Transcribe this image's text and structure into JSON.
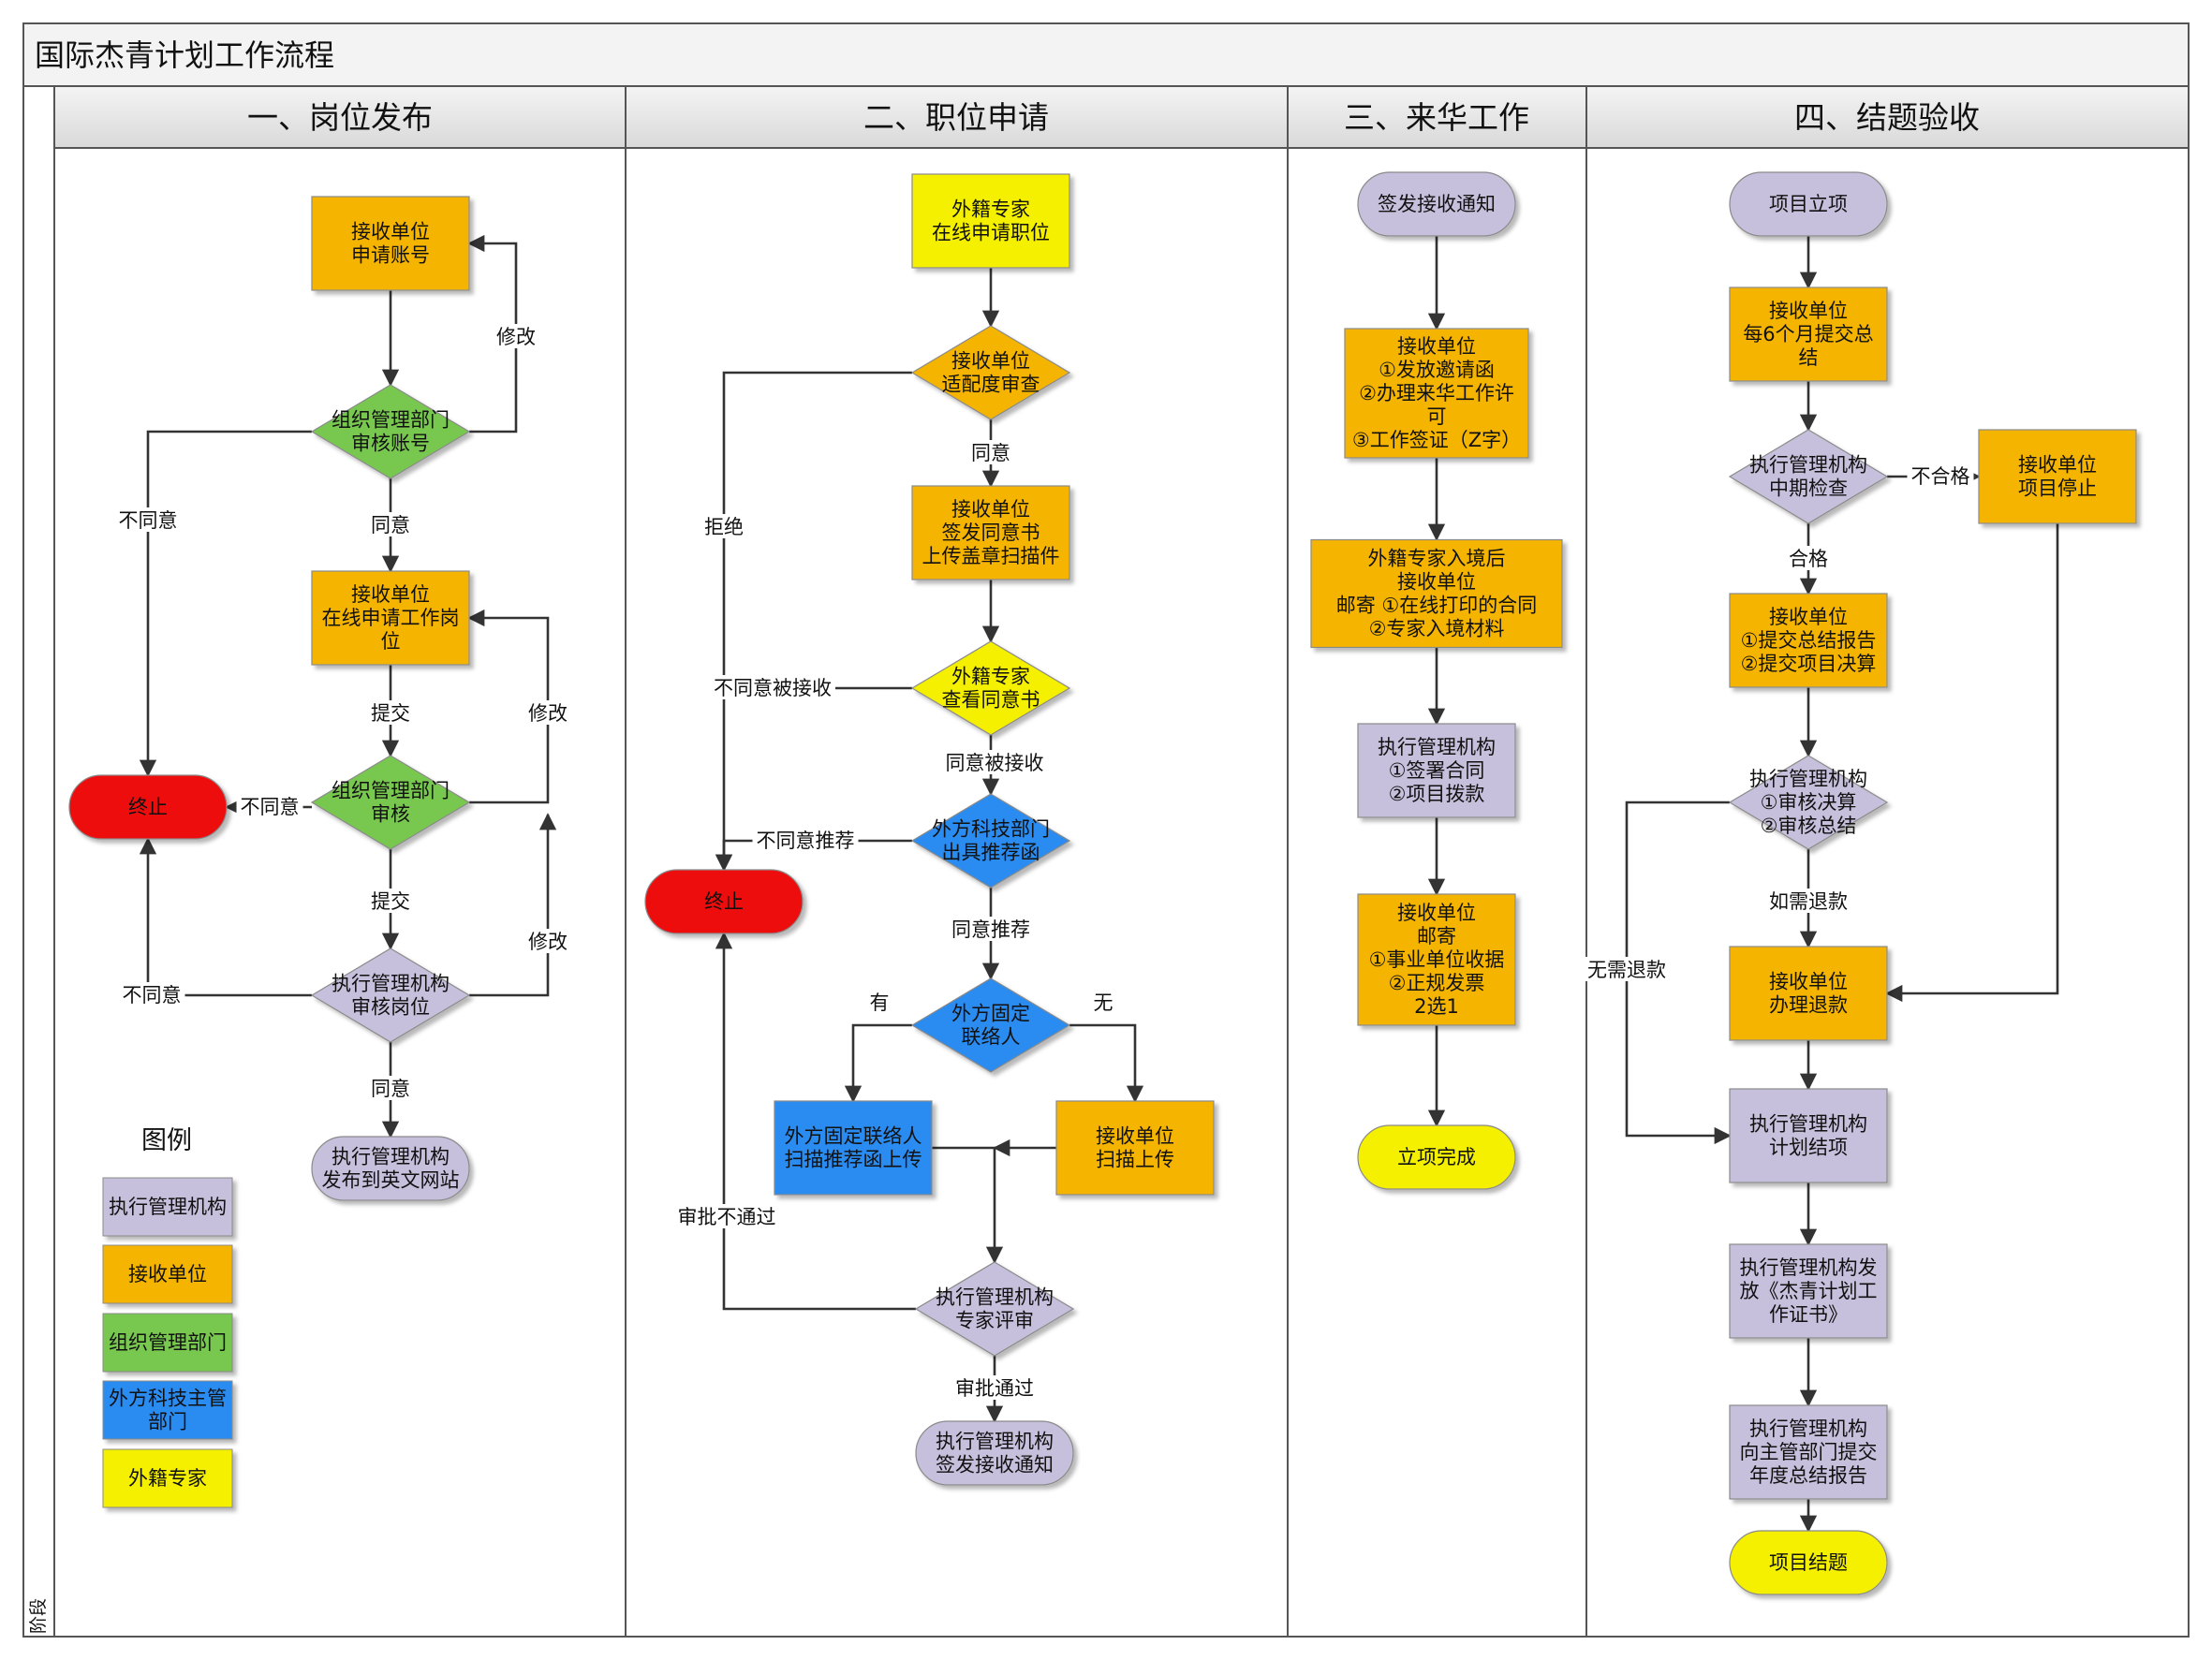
{
  "title": "国际杰青计划工作流程",
  "axis_label": "阶段",
  "lanes": [
    "一、岗位发布",
    "二、职位申请",
    "三、来华工作",
    "四、结题验收"
  ],
  "colors": {
    "executive": "#c7c0dc",
    "receiver": "#f5b400",
    "organizer": "#78c850",
    "foreign_dept": "#2b8cf0",
    "expert": "#f5f000",
    "terminate": "#ee1010",
    "line": "#333333"
  },
  "legend": {
    "title": "图例",
    "items": [
      {
        "role": "executive",
        "label": "执行管理机构"
      },
      {
        "role": "receiver",
        "label": "接收单位"
      },
      {
        "role": "organizer",
        "label": "组织管理部门"
      },
      {
        "role": "foreign_dept",
        "label": "外方科技主管部门"
      },
      {
        "role": "expert",
        "label": "外籍专家"
      }
    ]
  },
  "nodes": [
    {
      "id": "a1",
      "shape": "rect",
      "role": "receiver",
      "lines": [
        "接收单位",
        "申请账号"
      ]
    },
    {
      "id": "a2",
      "shape": "diamond",
      "role": "organizer",
      "lines": [
        "组织管理部门",
        "审核账号"
      ]
    },
    {
      "id": "a3",
      "shape": "rect",
      "role": "receiver",
      "lines": [
        "接收单位",
        "在线申请工作岗",
        "位"
      ]
    },
    {
      "id": "a4",
      "shape": "diamond",
      "role": "organizer",
      "lines": [
        "组织管理部门",
        "审核"
      ]
    },
    {
      "id": "a5",
      "shape": "diamond",
      "role": "executive",
      "lines": [
        "执行管理机构",
        "审核岗位"
      ]
    },
    {
      "id": "a6",
      "shape": "pill",
      "role": "executive",
      "lines": [
        "执行管理机构",
        "发布到英文网站"
      ]
    },
    {
      "id": "a7",
      "shape": "pill",
      "role": "terminate",
      "lines": [
        "终止"
      ]
    },
    {
      "id": "b1",
      "shape": "rect",
      "role": "expert",
      "lines": [
        "外籍专家",
        "在线申请职位"
      ]
    },
    {
      "id": "b2",
      "shape": "diamond",
      "role": "receiver",
      "lines": [
        "接收单位",
        "适配度审查"
      ]
    },
    {
      "id": "b3",
      "shape": "rect",
      "role": "receiver",
      "lines": [
        "接收单位",
        "签发同意书",
        "上传盖章扫描件"
      ]
    },
    {
      "id": "b4",
      "shape": "diamond",
      "role": "expert",
      "lines": [
        "外籍专家",
        "查看同意书"
      ]
    },
    {
      "id": "b5",
      "shape": "diamond",
      "role": "foreign_dept",
      "lines": [
        "外方科技部门",
        "出具推荐函"
      ]
    },
    {
      "id": "b6",
      "shape": "diamond",
      "role": "foreign_dept",
      "lines": [
        "外方固定",
        "联络人"
      ]
    },
    {
      "id": "b7",
      "shape": "rect",
      "role": "foreign_dept",
      "lines": [
        "外方固定联络人",
        "扫描推荐函上传"
      ]
    },
    {
      "id": "b8",
      "shape": "rect",
      "role": "receiver",
      "lines": [
        "接收单位",
        "扫描上传"
      ]
    },
    {
      "id": "b9",
      "shape": "diamond",
      "role": "executive",
      "lines": [
        "执行管理机构",
        "专家评审"
      ]
    },
    {
      "id": "b10",
      "shape": "pill",
      "role": "executive",
      "lines": [
        "执行管理机构",
        "签发接收通知"
      ]
    },
    {
      "id": "b11",
      "shape": "pill",
      "role": "terminate",
      "lines": [
        "终止"
      ]
    },
    {
      "id": "c1",
      "shape": "pill",
      "role": "executive",
      "lines": [
        "签发接收通知"
      ]
    },
    {
      "id": "c2",
      "shape": "rect",
      "role": "receiver",
      "lines": [
        "接收单位",
        "①发放邀请函",
        "②办理来华工作许",
        "可",
        "③工作签证（Z字）"
      ]
    },
    {
      "id": "c3",
      "shape": "rect",
      "role": "receiver",
      "lines": [
        "外籍专家入境后",
        "接收单位",
        "邮寄 ①在线打印的合同",
        "②专家入境材料"
      ]
    },
    {
      "id": "c4",
      "shape": "rect",
      "role": "executive",
      "lines": [
        "执行管理机构",
        "①签署合同",
        "②项目拨款"
      ]
    },
    {
      "id": "c5",
      "shape": "rect",
      "role": "receiver",
      "lines": [
        "接收单位",
        "邮寄",
        "①事业单位收据",
        "②正规发票",
        "2选1"
      ]
    },
    {
      "id": "c6",
      "shape": "pill",
      "role": "expert",
      "lines": [
        "立项完成"
      ]
    },
    {
      "id": "d1",
      "shape": "pill",
      "role": "executive",
      "lines": [
        "项目立项"
      ]
    },
    {
      "id": "d2",
      "shape": "rect",
      "role": "receiver",
      "lines": [
        "接收单位",
        "每6个月提交总",
        "结"
      ]
    },
    {
      "id": "d3",
      "shape": "diamond",
      "role": "executive",
      "lines": [
        "执行管理机构",
        "中期检查"
      ]
    },
    {
      "id": "d4",
      "shape": "rect",
      "role": "receiver",
      "lines": [
        "接收单位",
        "项目停止"
      ]
    },
    {
      "id": "d5",
      "shape": "rect",
      "role": "receiver",
      "lines": [
        "接收单位",
        "①提交总结报告",
        "②提交项目决算"
      ]
    },
    {
      "id": "d6",
      "shape": "diamond",
      "role": "executive",
      "lines": [
        "执行管理机构",
        "①审核决算",
        "②审核总结"
      ]
    },
    {
      "id": "d7",
      "shape": "rect",
      "role": "receiver",
      "lines": [
        "接收单位",
        "办理退款"
      ]
    },
    {
      "id": "d8",
      "shape": "rect",
      "role": "executive",
      "lines": [
        "执行管理机构",
        "计划结项"
      ]
    },
    {
      "id": "d9",
      "shape": "rect",
      "role": "executive",
      "lines": [
        "执行管理机构发",
        "放《杰青计划工",
        "作证书》"
      ]
    },
    {
      "id": "d10",
      "shape": "rect",
      "role": "executive",
      "lines": [
        "执行管理机构",
        "向主管部门提交",
        "年度总结报告"
      ]
    },
    {
      "id": "d11",
      "shape": "pill",
      "role": "expert",
      "lines": [
        "项目结题"
      ]
    }
  ],
  "edges": [
    {
      "id": "e1",
      "from": "a1",
      "to": "a2",
      "label": ""
    },
    {
      "id": "e2",
      "from": "a2",
      "to": "a1",
      "label": "修改"
    },
    {
      "id": "e3",
      "from": "a2",
      "to": "a3",
      "label": "同意"
    },
    {
      "id": "e4",
      "from": "a2",
      "to": "a7",
      "label": "不同意"
    },
    {
      "id": "e5",
      "from": "a3",
      "to": "a4",
      "label": "提交"
    },
    {
      "id": "e6",
      "from": "a4",
      "to": "a3",
      "label": "修改"
    },
    {
      "id": "e7",
      "from": "a4",
      "to": "a7",
      "label": "不同意"
    },
    {
      "id": "e8",
      "from": "a4",
      "to": "a5",
      "label": "提交"
    },
    {
      "id": "e9",
      "from": "a5",
      "to": "a4",
      "label": "修改"
    },
    {
      "id": "e10",
      "from": "a5",
      "to": "a7",
      "label": "不同意"
    },
    {
      "id": "e11",
      "from": "a5",
      "to": "a6",
      "label": "同意"
    },
    {
      "id": "e12",
      "from": "b1",
      "to": "b2",
      "label": ""
    },
    {
      "id": "e13",
      "from": "b2",
      "to": "b3",
      "label": "同意"
    },
    {
      "id": "e14",
      "from": "b2",
      "to": "b11",
      "label": "拒绝"
    },
    {
      "id": "e15",
      "from": "b3",
      "to": "b4",
      "label": ""
    },
    {
      "id": "e16",
      "from": "b4",
      "to": "b11",
      "label": "不同意被接收"
    },
    {
      "id": "e17",
      "from": "b4",
      "to": "b5",
      "label": "同意被接收"
    },
    {
      "id": "e18",
      "from": "b5",
      "to": "b11",
      "label": "不同意推荐"
    },
    {
      "id": "e19",
      "from": "b5",
      "to": "b6",
      "label": "同意推荐"
    },
    {
      "id": "e20",
      "from": "b6",
      "to": "b7",
      "label": "有"
    },
    {
      "id": "e21",
      "from": "b6",
      "to": "b8",
      "label": "无"
    },
    {
      "id": "e22",
      "from": "b7",
      "to": "b9",
      "label": ""
    },
    {
      "id": "e23",
      "from": "b8",
      "to": "b9",
      "label": ""
    },
    {
      "id": "e24",
      "from": "b9",
      "to": "b11",
      "label": "审批不通过"
    },
    {
      "id": "e25",
      "from": "b9",
      "to": "b10",
      "label": "审批通过"
    },
    {
      "id": "e26",
      "from": "c1",
      "to": "c2",
      "label": ""
    },
    {
      "id": "e27",
      "from": "c2",
      "to": "c3",
      "label": ""
    },
    {
      "id": "e28",
      "from": "c3",
      "to": "c4",
      "label": ""
    },
    {
      "id": "e29",
      "from": "c4",
      "to": "c5",
      "label": ""
    },
    {
      "id": "e30",
      "from": "c5",
      "to": "c6",
      "label": ""
    },
    {
      "id": "e31",
      "from": "d1",
      "to": "d2",
      "label": ""
    },
    {
      "id": "e32",
      "from": "d2",
      "to": "d3",
      "label": ""
    },
    {
      "id": "e33",
      "from": "d3",
      "to": "d4",
      "label": "不合格"
    },
    {
      "id": "e34",
      "from": "d3",
      "to": "d5",
      "label": "合格"
    },
    {
      "id": "e35",
      "from": "d4",
      "to": "d7",
      "label": ""
    },
    {
      "id": "e36",
      "from": "d5",
      "to": "d6",
      "label": ""
    },
    {
      "id": "e37",
      "from": "d6",
      "to": "d7",
      "label": "如需退款"
    },
    {
      "id": "e38",
      "from": "d6",
      "to": "d8",
      "label": "无需退款"
    },
    {
      "id": "e39",
      "from": "d7",
      "to": "d8",
      "label": ""
    },
    {
      "id": "e40",
      "from": "d8",
      "to": "d9",
      "label": ""
    },
    {
      "id": "e41",
      "from": "d9",
      "to": "d10",
      "label": ""
    },
    {
      "id": "e42",
      "from": "d10",
      "to": "d11",
      "label": ""
    }
  ]
}
